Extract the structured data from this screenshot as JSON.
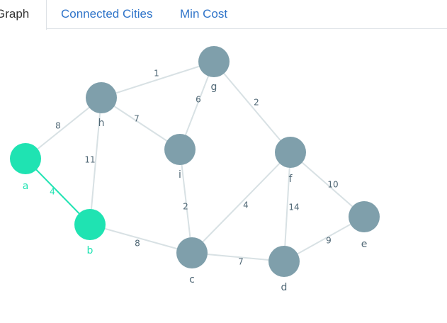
{
  "tabs": [
    {
      "label": "Graph",
      "active": true
    },
    {
      "label": "Connected Cities",
      "active": false
    },
    {
      "label": "Min Cost",
      "active": false
    }
  ],
  "colors": {
    "node": "#7f9fab",
    "highlight": "#1fe3b2",
    "edge": "#d8e1e4",
    "label": "#4f6775",
    "link": "#2f74c9"
  },
  "graph": {
    "nodes": [
      {
        "id": "a",
        "label": "a",
        "highlighted": true
      },
      {
        "id": "b",
        "label": "b",
        "highlighted": true
      },
      {
        "id": "c",
        "label": "c",
        "highlighted": false
      },
      {
        "id": "d",
        "label": "d",
        "highlighted": false
      },
      {
        "id": "e",
        "label": "e",
        "highlighted": false
      },
      {
        "id": "f",
        "label": "f",
        "highlighted": false
      },
      {
        "id": "g",
        "label": "g",
        "highlighted": false
      },
      {
        "id": "h",
        "label": "h",
        "highlighted": false
      },
      {
        "id": "i",
        "label": "i",
        "highlighted": false
      }
    ],
    "edges": [
      {
        "from": "a",
        "to": "h",
        "weight": "8",
        "highlighted": false
      },
      {
        "from": "a",
        "to": "b",
        "weight": "4",
        "highlighted": true
      },
      {
        "from": "h",
        "to": "b",
        "weight": "11",
        "highlighted": false
      },
      {
        "from": "h",
        "to": "g",
        "weight": "1",
        "highlighted": false
      },
      {
        "from": "h",
        "to": "i",
        "weight": "7",
        "highlighted": false
      },
      {
        "from": "g",
        "to": "i",
        "weight": "6",
        "highlighted": false
      },
      {
        "from": "g",
        "to": "f",
        "weight": "2",
        "highlighted": false
      },
      {
        "from": "i",
        "to": "c",
        "weight": "2",
        "highlighted": false
      },
      {
        "from": "b",
        "to": "c",
        "weight": "8",
        "highlighted": false
      },
      {
        "from": "c",
        "to": "f",
        "weight": "4",
        "highlighted": false
      },
      {
        "from": "c",
        "to": "d",
        "weight": "7",
        "highlighted": false
      },
      {
        "from": "f",
        "to": "d",
        "weight": "14",
        "highlighted": false
      },
      {
        "from": "f",
        "to": "e",
        "weight": "10",
        "highlighted": false
      },
      {
        "from": "d",
        "to": "e",
        "weight": "9",
        "highlighted": false
      }
    ]
  }
}
